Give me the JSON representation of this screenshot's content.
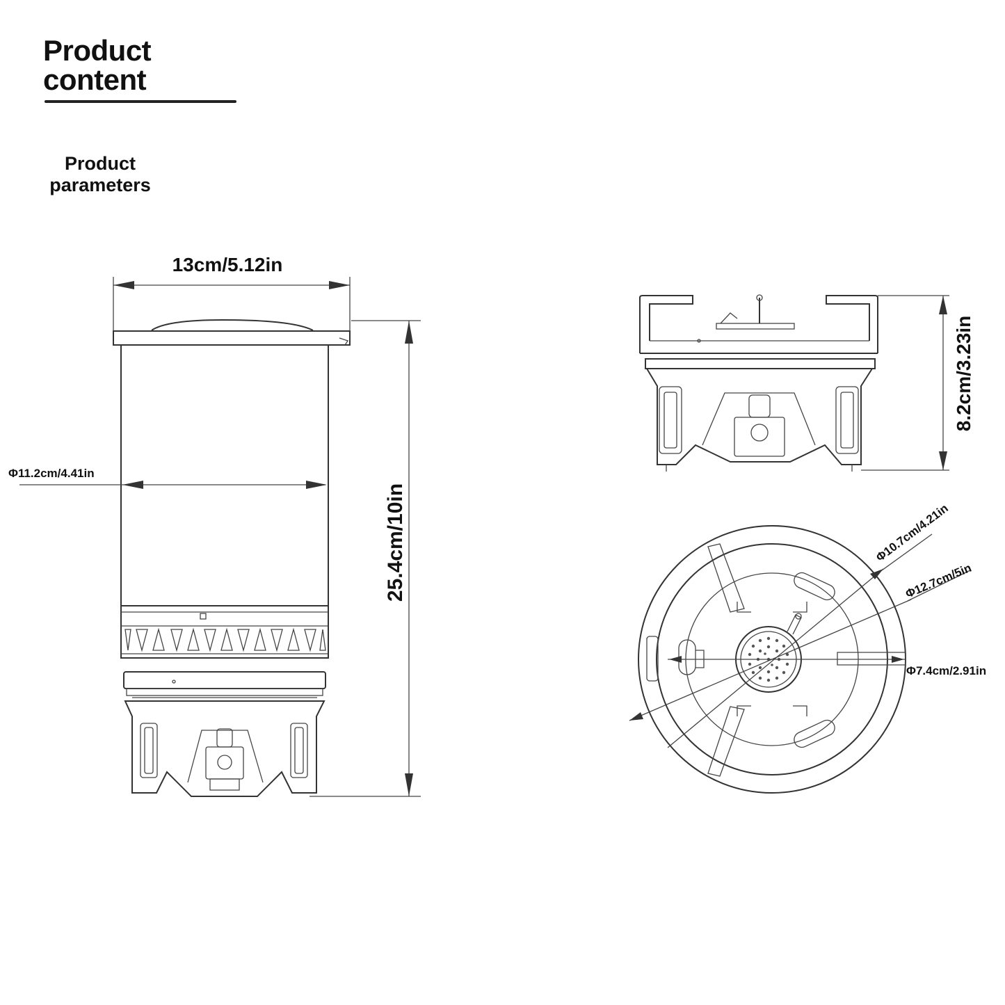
{
  "header": {
    "title_line1": "Product",
    "title_line2": "content",
    "subtitle_line1": "Product",
    "subtitle_line2": "parameters"
  },
  "dimensions": {
    "width": "13cm/5.12in",
    "height": "25.4cm/10in",
    "cup_diameter": "Φ11.2cm/4.41in",
    "stove_height": "8.2cm/3.23in",
    "support_diameter": "Φ10.7cm/4.21in",
    "base_diameter": "Φ12.7cm/5in",
    "burner_diameter": "Φ7.4cm/2.91in"
  }
}
